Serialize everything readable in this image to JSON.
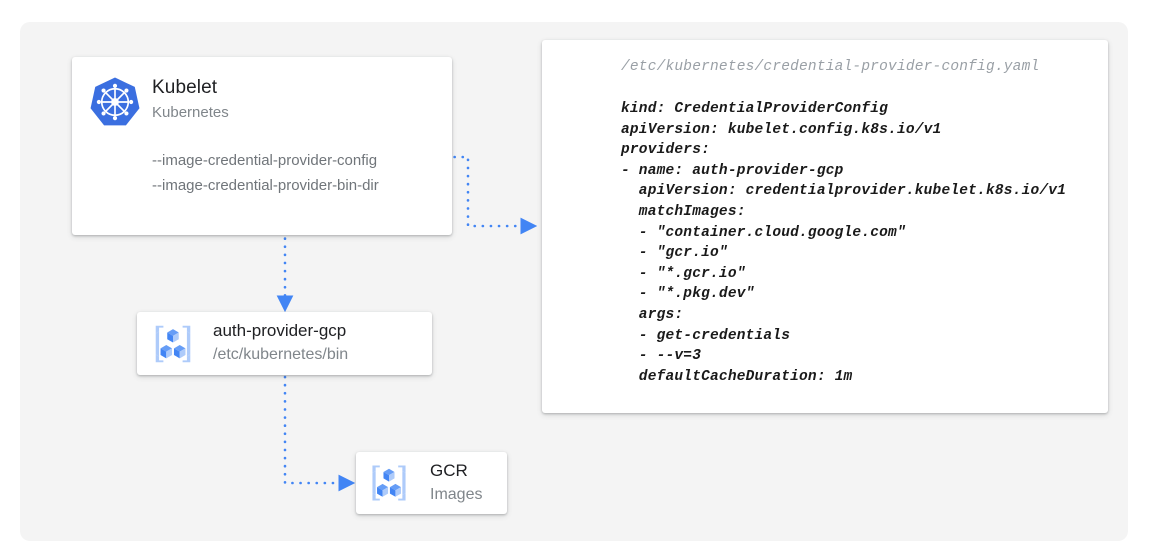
{
  "canvas": {
    "background_color": "#ffffff",
    "panel_color": "#f4f4f4",
    "accent_color": "#4285f4",
    "title_color": "#202124",
    "muted_color": "#80868b"
  },
  "kubelet_card": {
    "icon": "kubernetes-logo-icon",
    "title": "Kubelet",
    "subtitle": "Kubernetes",
    "flags": [
      "--image-credential-provider-config",
      "--image-credential-provider-bin-dir"
    ]
  },
  "auth_provider_card": {
    "icon": "gcp-container-registry-icon",
    "title": "auth-provider-gcp",
    "subtitle": "/etc/kubernetes/bin"
  },
  "gcr_card": {
    "icon": "gcp-container-registry-icon",
    "title": "GCR",
    "subtitle": "Images"
  },
  "yaml_card": {
    "filename": "/etc/kubernetes/credential-provider-config.yaml",
    "body": "kind: CredentialProviderConfig\napiVersion: kubelet.config.k8s.io/v1\nproviders:\n- name: auth-provider-gcp\n  apiVersion: credentialprovider.kubelet.k8s.io/v1\n  matchImages:\n  - \"container.cloud.google.com\"\n  - \"gcr.io\"\n  - \"*.gcr.io\"\n  - \"*.pkg.dev\"\n  args:\n  - get-credentials\n  - --v=3\n  defaultCacheDuration: 1m"
  },
  "connectors": [
    {
      "name": "kubelet-config-to-yaml",
      "from": "kubelet_card.flags.0",
      "to": "yaml_card",
      "style": "dotted",
      "color": "#4285f4"
    },
    {
      "name": "kubelet-bindir-to-auth-provider",
      "from": "kubelet_card.flags.1",
      "to": "auth_provider_card",
      "style": "dotted",
      "color": "#4285f4"
    },
    {
      "name": "auth-provider-to-gcr",
      "from": "auth_provider_card",
      "to": "gcr_card",
      "style": "dotted",
      "color": "#4285f4"
    }
  ]
}
